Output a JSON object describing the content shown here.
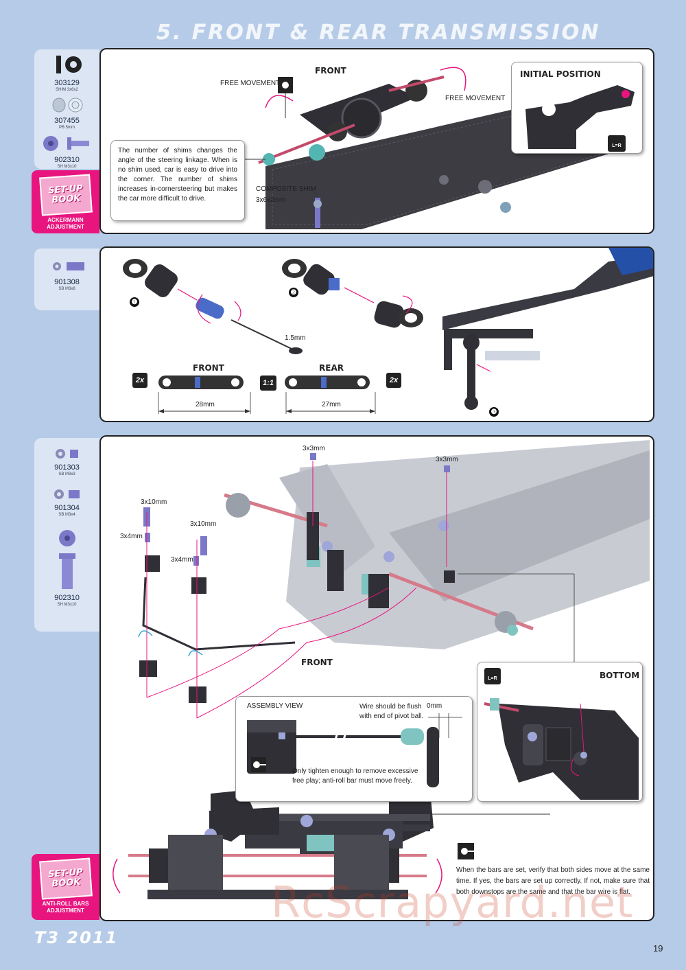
{
  "header": {
    "title": "5. FRONT & REAR TRANSMISSION"
  },
  "section1": {
    "parts": [
      {
        "number": "303129",
        "desc": "SHIM 3x6x2"
      },
      {
        "number": "307455",
        "desc": "PB 5mm"
      },
      {
        "number": "902310",
        "desc": "SH M3x10"
      }
    ],
    "setup_book": {
      "logo": "SET-UP BOOK",
      "label": "ACKERMANN ADJUSTMENT"
    },
    "labels": {
      "free_movement_1": "FREE MOVEMENT",
      "free_movement_2": "FREE MOVEMENT",
      "front": "FRONT",
      "composite_shim": "COMPOSITE SHIM",
      "composite_shim_size": "3x6x2mm",
      "initial_position": "INITIAL POSITION",
      "lr_badge": "L=R"
    },
    "note": "The number of shims changes the angle of the steering linkage. When is no shim used, car is easy to drive into the corner. The number of shims increases in-cornersteering but makes the car more difficult to drive."
  },
  "section2": {
    "parts": [
      {
        "number": "901308",
        "desc": "SB M3x8"
      }
    ],
    "labels": {
      "step1": "❶",
      "step2": "❷",
      "step3": "❸",
      "tool": "1.5mm",
      "front": "FRONT",
      "rear": "REAR",
      "qty_front": "2x",
      "ratio": "1:1",
      "qty_rear": "2x",
      "front_len": "28mm",
      "rear_len": "27mm"
    }
  },
  "section3": {
    "parts": [
      {
        "number": "901303",
        "desc": "SB M3x3"
      },
      {
        "number": "901304",
        "desc": "SB M3x4"
      },
      {
        "number": "902310",
        "desc": "SH M3x10"
      }
    ],
    "setup_book": {
      "logo": "SET-UP BOOK",
      "label": "ANTI-ROLL BARS ADJUSTMENT"
    },
    "labels": {
      "s3x3_a": "3x3mm",
      "s3x3_b": "3x3mm",
      "s3x10_a": "3x10mm",
      "s3x10_b": "3x10mm",
      "s3x4_a": "3x4mm",
      "s3x4_b": "3x4mm",
      "front": "FRONT",
      "bottom": "BOTTOM",
      "lr_badge": "L=R",
      "assembly_view": "ASSEMBLY VIEW",
      "wire_flush": "Wire should be flush with end of pivot ball.",
      "zero_mm": "0mm",
      "tighten": "Only tighten enough to remove excessive free play; anti-roll bar must move freely."
    },
    "note": "When the bars are set, verify that both sides move at the same time. If yes, the bars are set up correctly. If not, make sure that both downstops are the same and that the bar wire is flat."
  },
  "footer": {
    "logo": "T3 2011",
    "page": "19",
    "watermark": "RcScrapyard.net"
  },
  "colors": {
    "background": "#b5cbe8",
    "accent": "#e8157f",
    "panel_border": "#222222"
  }
}
